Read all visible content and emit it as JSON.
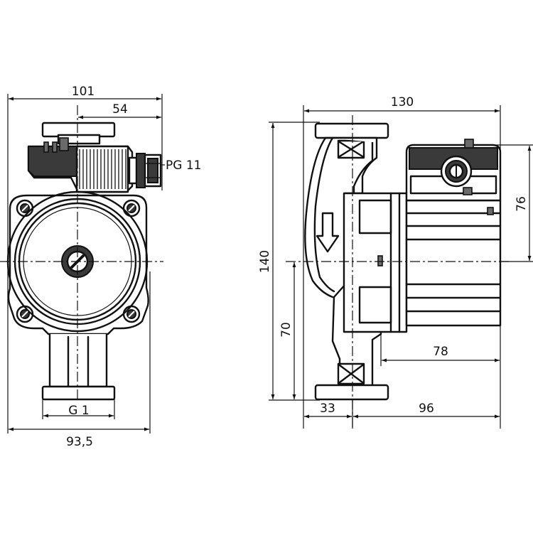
{
  "front_view": {
    "dims": {
      "overall_width_top": "101",
      "half_width": "54",
      "cable_gland": "PG 11",
      "thread": "G 1",
      "overall_width_bottom": "93,5"
    }
  },
  "side_view": {
    "dims": {
      "overall_length": "130",
      "overall_height": "140",
      "upper_height": "76",
      "lower_height": "70",
      "motor_depth": "78",
      "flange_offset": "33",
      "motor_length": "96"
    }
  }
}
